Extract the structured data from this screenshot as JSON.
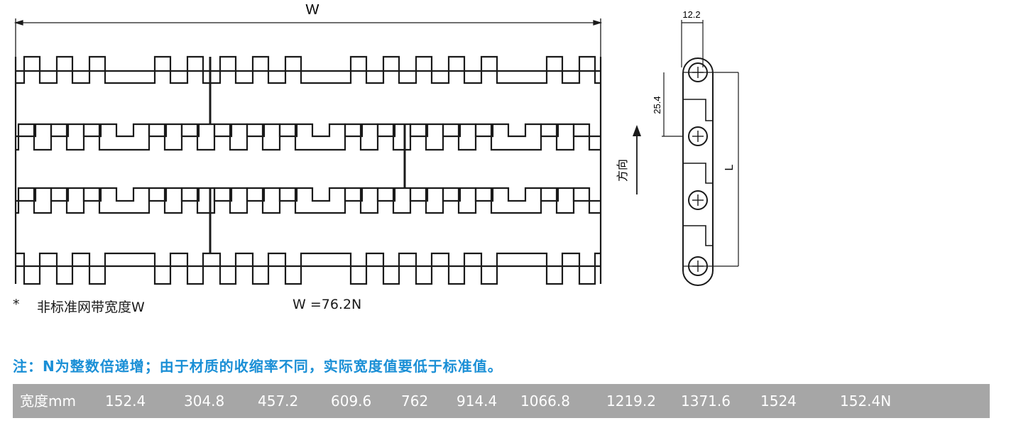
{
  "drawing": {
    "width_label": "W",
    "side_width_label": "12.2",
    "pitch_label": "25.4",
    "length_label": "L",
    "direction_label": "方向"
  },
  "notes": {
    "star": "*",
    "nonstandard": "非标准网带宽度W",
    "formula": "W =76.2N"
  },
  "footnote": "注：N为整数倍递增；由于材质的收缩率不同，实际宽度值要低于标准值。",
  "width_table": {
    "header": "宽度mm",
    "values": [
      "152.4",
      "304.8",
      "457.2",
      "609.6",
      "762",
      "914.4",
      "1066.8",
      "1219.2",
      "1371.6",
      "1524",
      "152.4N"
    ]
  }
}
